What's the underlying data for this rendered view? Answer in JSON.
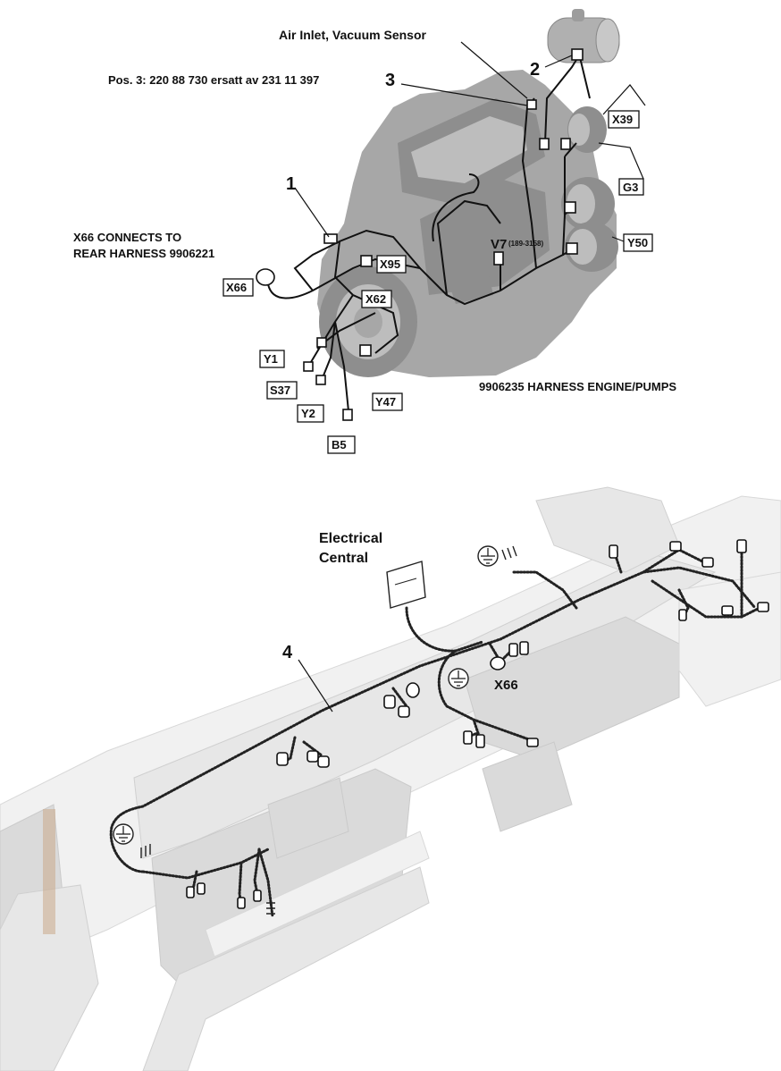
{
  "top_figure": {
    "air_inlet_label": "Air Inlet, Vacuum Sensor",
    "pos3_note": "Pos. 3: 220 88 730 ersatt av 231 11 397",
    "x66_note_line1": "X66 CONNECTS TO",
    "x66_note_line2": "REAR HARNESS 9906221",
    "harness_caption": "9906235 HARNESS ENGINE/PUMPS",
    "callouts": {
      "n1": "1",
      "n2": "2",
      "n3": "3"
    },
    "v7_label": "V7",
    "v7_sub": "(189-3158)",
    "connectors": {
      "x39": "X39",
      "g3": "G3",
      "y50": "Y50",
      "x95": "X95",
      "x62": "X62",
      "x66": "X66",
      "y1": "Y1",
      "s37": "S37",
      "y2": "Y2",
      "b5": "B5",
      "y47": "Y47"
    }
  },
  "bottom_figure": {
    "electrical_central_line1": "Electrical",
    "electrical_central_line2": "Central",
    "callout_4": "4",
    "x66_label": "X66"
  },
  "colors": {
    "engine_gray": "#a7a7a7",
    "frame_gray": "#e7e7e7",
    "line_black": "#111111"
  }
}
